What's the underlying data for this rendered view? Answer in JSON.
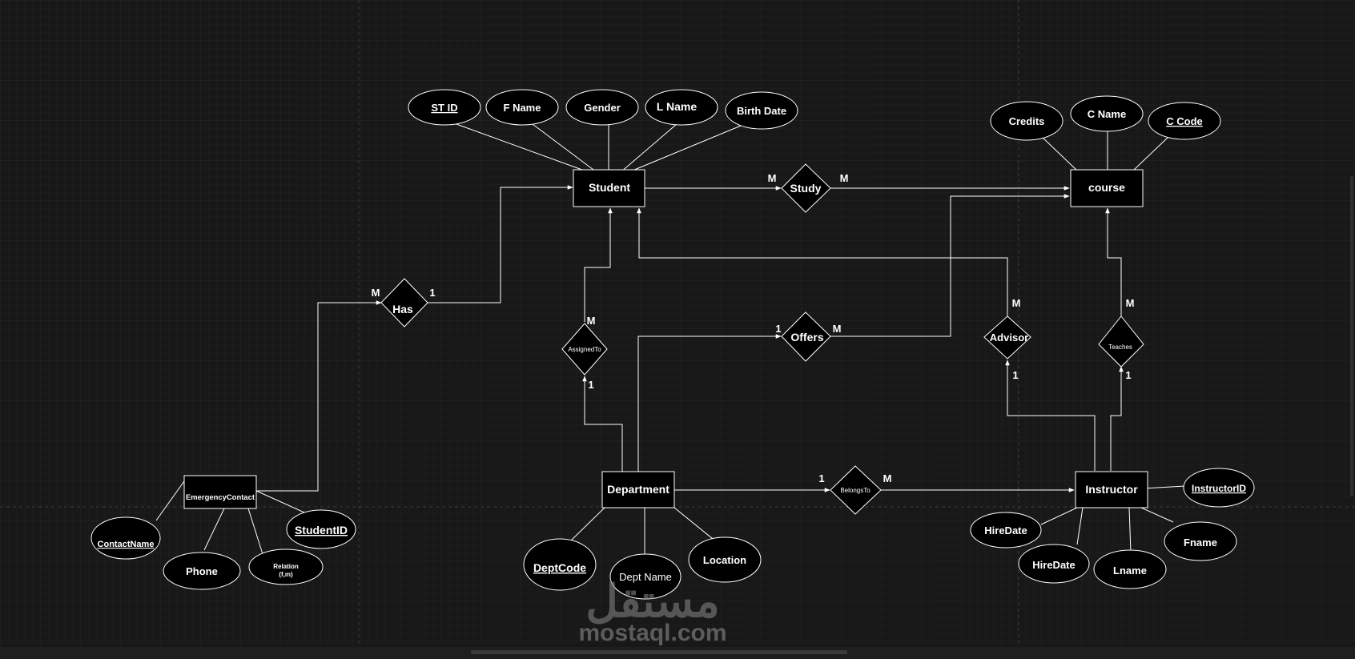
{
  "colors": {
    "background": "#181818",
    "grid": "#242424",
    "stroke": "#ffffff",
    "shape_fill": "#000000",
    "watermark": "#8a8a8a"
  },
  "entities": {
    "student": "Student",
    "course": "course",
    "department": "Department",
    "instructor": "Instructor",
    "emergency_contact": "EmergencyContact"
  },
  "relationships": {
    "study": "Study",
    "has": "Has",
    "assigned_to": "AssignedTo",
    "offers": "Offers",
    "advisor": "Advisor",
    "teaches": "Teaches",
    "belongs_to": "BelongsTo"
  },
  "attributes": {
    "st_id": "ST ID",
    "f_name": "F Name",
    "gender": "Gender",
    "l_name": "L Name",
    "birth_date": "Birth Date",
    "credits": "Credits",
    "c_name": "C Name",
    "c_code": "C Code",
    "contact_name": "ContactName",
    "phone": "Phone",
    "relation_1": "Relation",
    "relation_2": "(f,m)",
    "student_id": "StudentID",
    "dept_code": "DeptCode",
    "dept_name": "Dept Name",
    "location": "Location",
    "hire_date_1": "HireDate",
    "hire_date_2": "HireDate",
    "lname": "Lname",
    "fname": "Fname",
    "instructor_id": "InstructorID"
  },
  "cardinalities": {
    "study_student": "M",
    "study_course": "M",
    "has_contact": "M",
    "has_student": "1",
    "assigned_student": "M",
    "assigned_department": "1",
    "offers_department": "1",
    "offers_course": "M",
    "advisor_student": "M",
    "advisor_instructor": "1",
    "teaches_course": "M",
    "teaches_instructor": "1",
    "belongs_department": "1",
    "belongs_instructor": "M"
  },
  "watermark": {
    "brand": "مستقل",
    "site": "mostaql.com"
  }
}
